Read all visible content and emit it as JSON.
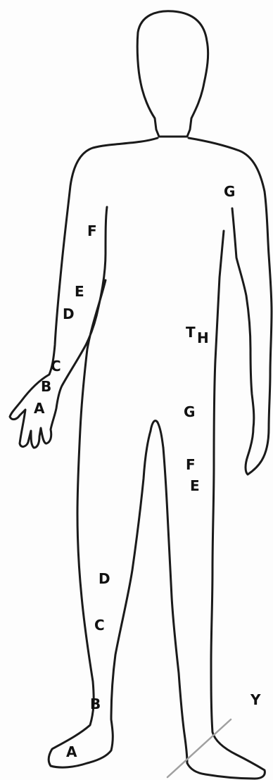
{
  "colors": {
    "outline": "#1a1a1a",
    "label_text": "#111111",
    "marker_line": "#a0a0a0",
    "background": "#fdfdfd"
  },
  "labels": {
    "arm_f": "F",
    "arm_e": "E",
    "arm_d": "D",
    "arm_c": "C",
    "arm_b": "B",
    "arm_a": "A",
    "torso_t": "T",
    "torso_h": "H",
    "shoulder_g": "G",
    "leg_g": "G",
    "leg_f": "F",
    "leg_e": "E",
    "shin_d": "D",
    "shin_c": "C",
    "ankle_b": "B",
    "foot_a": "A",
    "marker_y": "Y"
  }
}
